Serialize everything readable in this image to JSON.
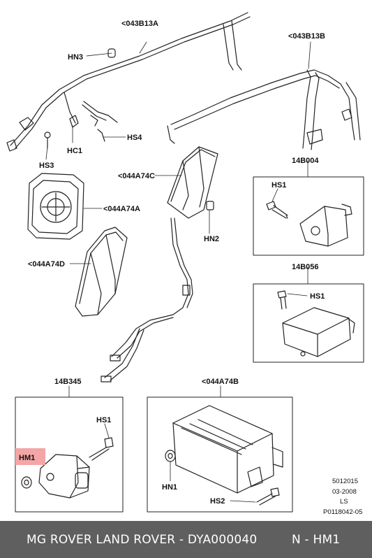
{
  "labels": {
    "p043b13a": "<043B13A",
    "p043b13b": "<043B13B",
    "hn3": "HN3",
    "hc1": "HC1",
    "hs4": "HS4",
    "hs3": "HS3",
    "p044a74c": "<044A74C",
    "p044a74a": "<044A74A",
    "hn2": "HN2",
    "p044a74d": "<044A74D",
    "p14b004": "14B004",
    "p14b004_hs1": "HS1",
    "p14b056": "14B056",
    "p14b056_hs1": "HS1",
    "p14b345": "14B345",
    "p14b345_hs1": "HS1",
    "hm1": "HM1",
    "p044a74b": "<044A74B",
    "hn1": "HN1",
    "hs2": "HS2"
  },
  "stamp": {
    "line1": "5012015",
    "line2": "03-2008",
    "line3": "LS",
    "line4": "P0118042-05"
  },
  "footer": {
    "brand_part": "MG ROVER LAND ROVER - DYA000040",
    "selection": "N - HM1"
  },
  "colors": {
    "highlight": "#f4a6a6",
    "footer_bg": "#5f5f5f"
  }
}
